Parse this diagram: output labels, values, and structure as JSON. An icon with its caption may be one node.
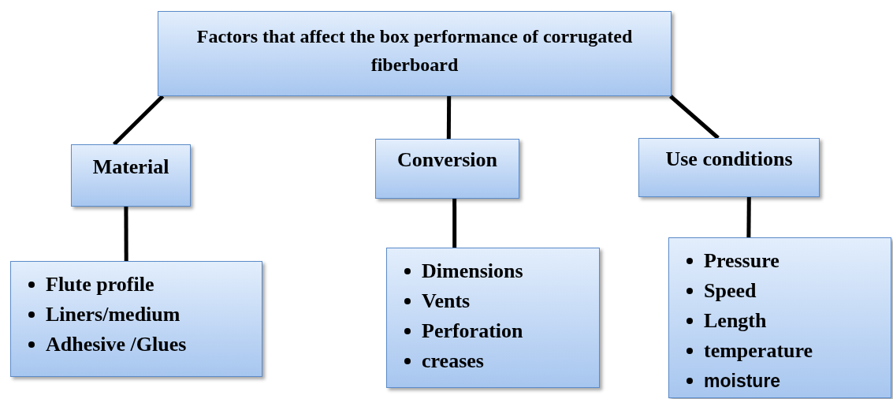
{
  "diagram": {
    "nodes": [
      {
        "text": [
          "Factors that affect the box performance of corrugated fiberboard"
        ]
      },
      {
        "text": [
          "Material"
        ]
      },
      {
        "text": [
          "Conversion"
        ]
      },
      {
        "text": [
          "Use conditions"
        ]
      },
      {
        "text": [
          "Flute profile",
          "Liners/medium",
          "Adhesive /Glues"
        ]
      },
      {
        "text": [
          "Dimensions",
          "Vents",
          "Perforation",
          "creases"
        ]
      },
      {
        "text": [
          "Pressure",
          "Speed",
          "Length",
          "temperature",
          "moisture"
        ]
      }
    ],
    "edges": [
      {
        "from": 0,
        "to": 1,
        "arrow": "none"
      },
      {
        "from": 0,
        "to": 2,
        "arrow": "none"
      },
      {
        "from": 0,
        "to": 3,
        "arrow": "none"
      },
      {
        "from": 1,
        "to": 4,
        "arrow": "none"
      },
      {
        "from": 2,
        "to": 5,
        "arrow": "none"
      },
      {
        "from": 3,
        "to": 6,
        "arrow": "none"
      }
    ]
  }
}
